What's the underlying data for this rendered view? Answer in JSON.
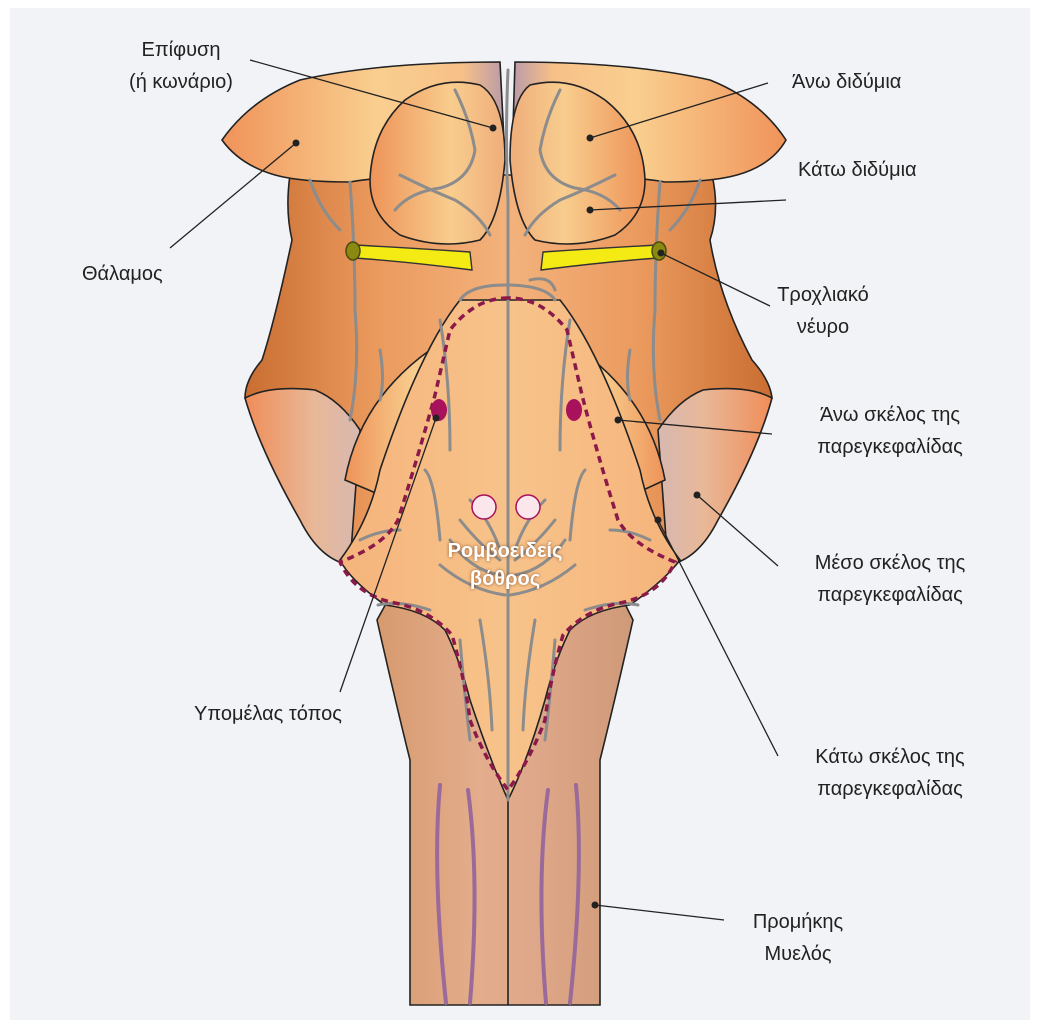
{
  "colors": {
    "background": "#f1f3f6",
    "outline": "#222222",
    "sulcus": "#8c8c8c",
    "trochlear_nerve": "#f4ea14",
    "fossa_border": "#8b1a4a",
    "locus": "#a8115c",
    "medulla_stripes": "#9a6a9a"
  },
  "labels": {
    "pineal": [
      "Επίφυση",
      "(ή κωνάριο)"
    ],
    "superior_colliculus": [
      "Άνω διδύμια"
    ],
    "inferior_colliculus": [
      "Κάτω διδύμια"
    ],
    "thalamus": [
      "Θάλαμος"
    ],
    "trochlear_nerve": [
      "Τροχλιακό",
      "νέυρο"
    ],
    "superior_peduncle": [
      "Άνω σκέλος της",
      "παρεγκεφαλίδας"
    ],
    "middle_peduncle": [
      "Μέσο σκέλος της",
      "παρεγκεφαλίδας"
    ],
    "inferior_peduncle": [
      "Κάτω σκέλος της",
      "παρεγκεφαλίδας"
    ],
    "locus_coeruleus": [
      "Υπομέλας τόπος"
    ],
    "medulla": [
      "Προμήκης",
      "Μυελός"
    ],
    "rhomboid_fossa": [
      "Ρομβοειδείς",
      "βόθρος"
    ]
  }
}
